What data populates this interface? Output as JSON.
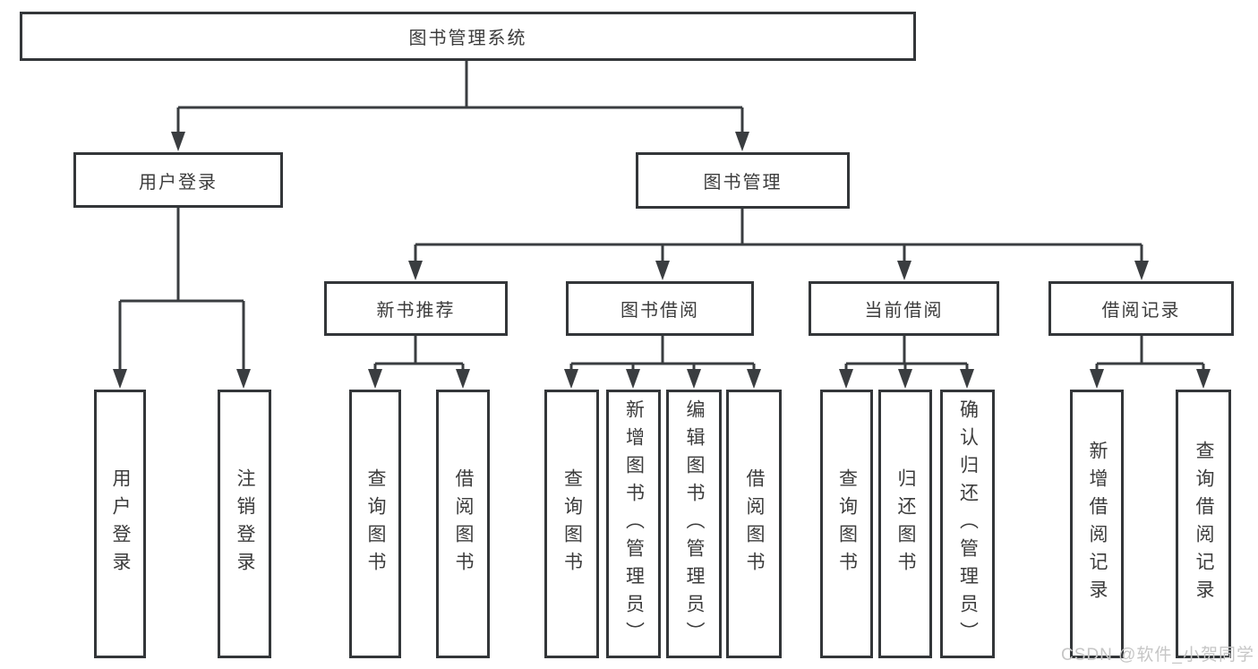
{
  "tree": {
    "label": "图书管理系统",
    "children": [
      {
        "label": "用户登录",
        "children": [
          {
            "label": "用户登录"
          },
          {
            "label": "注销登录"
          }
        ]
      },
      {
        "label": "图书管理",
        "children": [
          {
            "label": "新书推荐",
            "children": [
              {
                "label": "查询图书"
              },
              {
                "label": "借阅图书"
              }
            ]
          },
          {
            "label": "图书借阅",
            "children": [
              {
                "label": "查询图书"
              },
              {
                "label": "新增图书（管理员）"
              },
              {
                "label": "编辑图书（管理员）"
              },
              {
                "label": "借阅图书"
              }
            ]
          },
          {
            "label": "当前借阅",
            "children": [
              {
                "label": "查询图书"
              },
              {
                "label": "归还图书"
              },
              {
                "label": "确认归还（管理员）"
              }
            ]
          },
          {
            "label": "借阅记录",
            "children": [
              {
                "label": "新增借阅记录"
              },
              {
                "label": "查询借阅记录"
              }
            ]
          }
        ]
      }
    ]
  },
  "watermark": {
    "text": "CSDN @软件_小贺同学"
  },
  "colors": {
    "line": "#3a3d40",
    "border": "#333639",
    "text": "#3c3c3c",
    "background": "#ffffff",
    "watermark": "#c6c6c6"
  }
}
